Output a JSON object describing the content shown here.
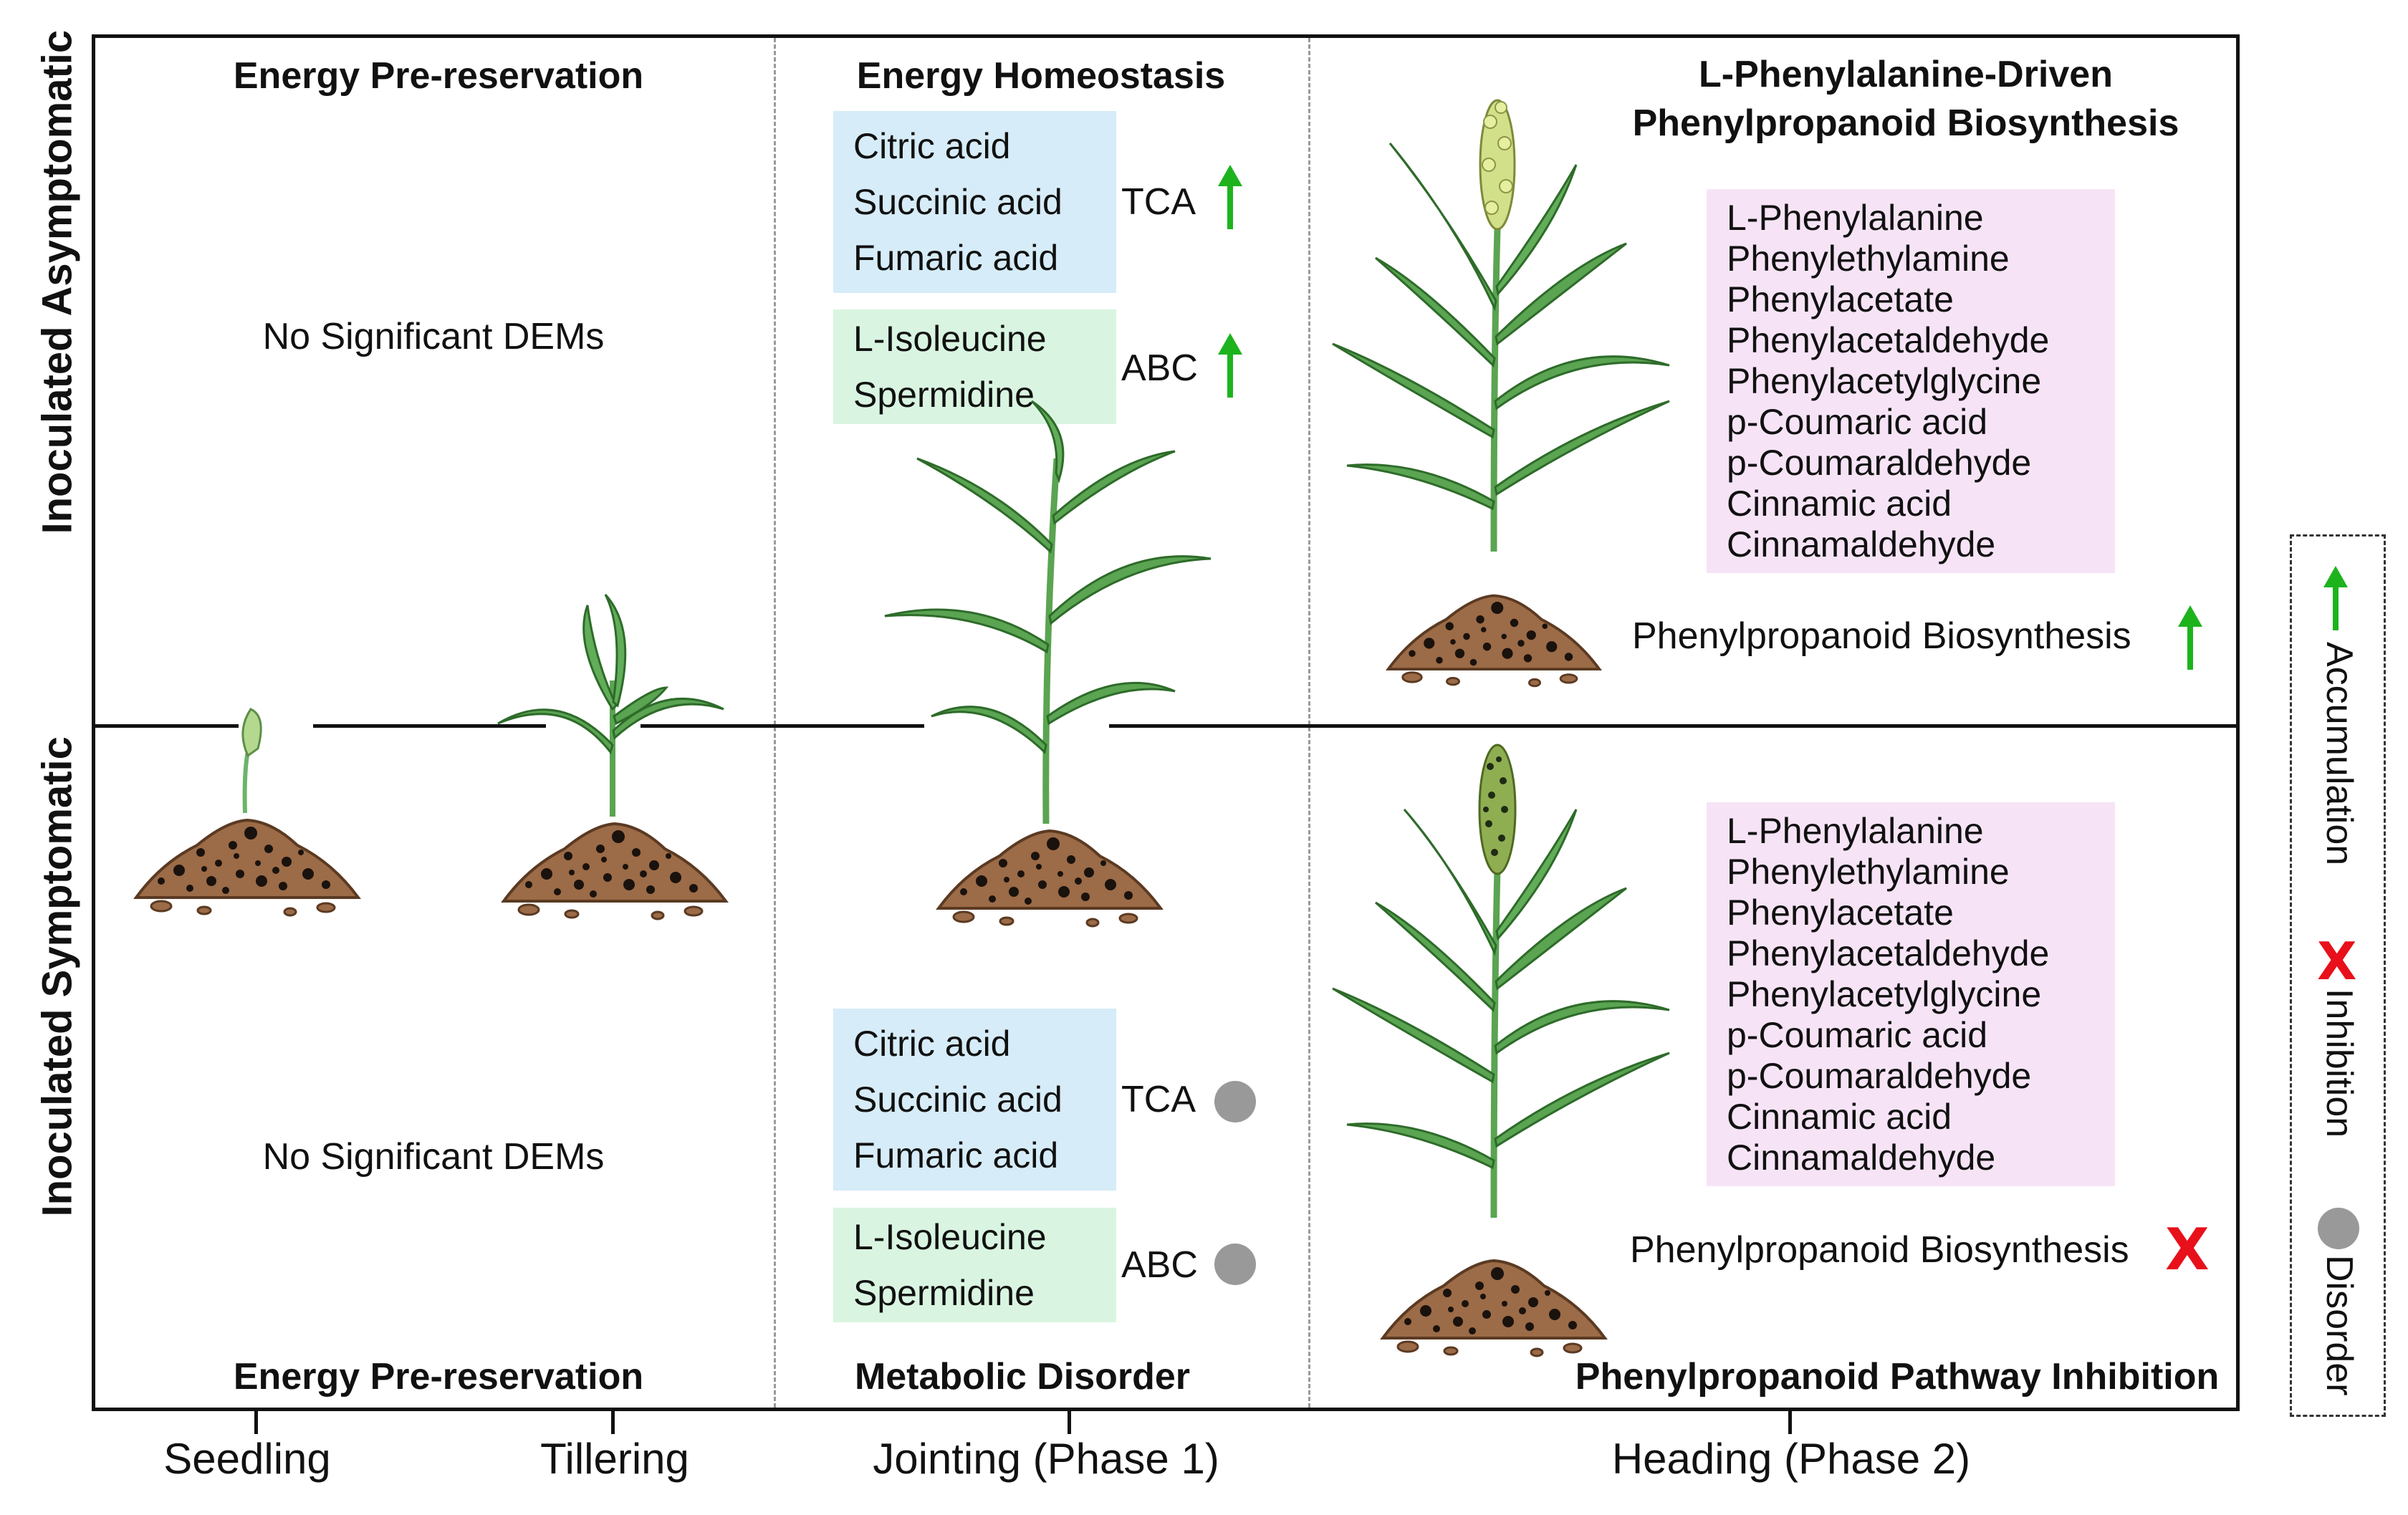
{
  "rows": {
    "top": "Inoculated Asymptomatic",
    "bottom": "Inoculated Symptomatic"
  },
  "stages": [
    "Seedling",
    "Tillering",
    "Jointing (Phase 1)",
    "Heading (Phase 2)"
  ],
  "top": {
    "col1_title": "Energy Pre-reservation",
    "col1_text": "No Significant DEMs",
    "col2_title": "Energy Homeostasis",
    "tca_items": [
      "Citric acid",
      "Succinic acid",
      "Fumaric acid"
    ],
    "tca_label": "TCA",
    "abc_items": [
      "L-Isoleucine",
      "Spermidine"
    ],
    "abc_label": "ABC",
    "col3_title_line1": "L-Phenylalanine-Driven",
    "col3_title_line2": "Phenylpropanoid Biosynthesis",
    "metabolites": [
      "L-Phenylalanine",
      "Phenylethylamine",
      "Phenylacetate",
      "Phenylacetaldehyde",
      "Phenylacetylglycine",
      "p-Coumaric acid",
      "p-Coumaraldehyde",
      "Cinnamic acid",
      "Cinnamaldehyde"
    ],
    "pathway": "Phenylpropanoid Biosynthesis"
  },
  "bottom": {
    "col1_title": "Energy Pre-reservation",
    "col1_text": "No Significant DEMs",
    "col2_title": "Metabolic Disorder",
    "tca_items": [
      "Citric acid",
      "Succinic acid",
      "Fumaric acid"
    ],
    "tca_label": "TCA",
    "abc_items": [
      "L-Isoleucine",
      "Spermidine"
    ],
    "abc_label": "ABC",
    "col3_title": "Phenylpropanoid Pathway Inhibition",
    "metabolites": [
      "L-Phenylalanine",
      "Phenylethylamine",
      "Phenylacetate",
      "Phenylacetaldehyde",
      "Phenylacetylglycine",
      "p-Coumaric acid",
      "p-Coumaraldehyde",
      "Cinnamic acid",
      "Cinnamaldehyde"
    ],
    "pathway": "Phenylpropanoid Biosynthesis",
    "x_mark": "X"
  },
  "legend": {
    "accumulation": "Accumulation",
    "inhibition": "Inhibition",
    "inhibition_symbol": "X",
    "disorder": "Disorder"
  },
  "colors": {
    "arrow_green": "#1db31d",
    "inhibit_red": "#e8101a",
    "disorder_grey": "#999999",
    "tca_box": "#d6ecf8",
    "abc_box": "#d9f5e1",
    "metabolite_box": "#f6e4f6",
    "soil": "#9a6a45",
    "leaf": "#5aa452"
  },
  "icons": [
    "up-arrow-icon",
    "disorder-dot-icon",
    "inhibition-x-icon",
    "sorghum-plant-icon",
    "soil-mound-icon"
  ]
}
